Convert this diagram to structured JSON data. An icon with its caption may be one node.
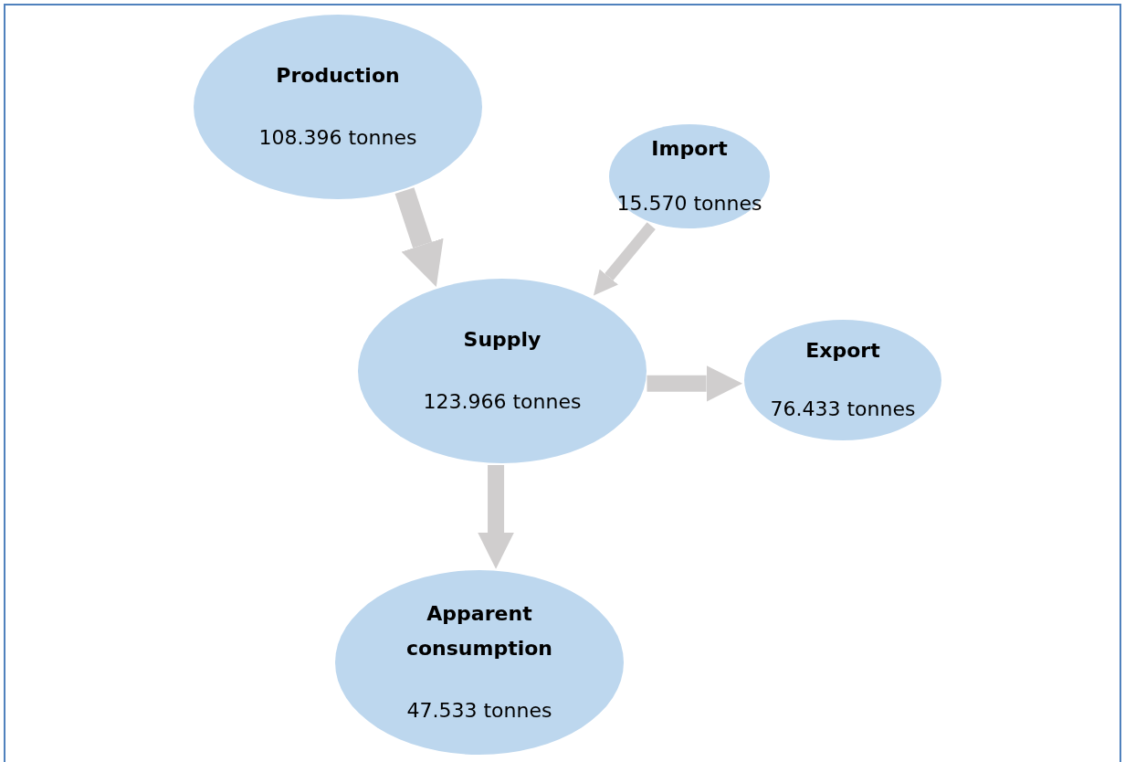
{
  "diagram": {
    "nodes": [
      {
        "text": [
          "Production",
          "108.396 tonnes"
        ]
      },
      {
        "text": [
          "Import",
          "15.570 tonnes"
        ]
      },
      {
        "text": [
          "Supply",
          "123.966 tonnes"
        ]
      },
      {
        "text": [
          "Export",
          "76.433 tonnes"
        ]
      },
      {
        "text": [
          "Apparent consumption",
          "47.533 tonnes"
        ]
      }
    ],
    "edges": [
      {
        "from": 0,
        "to": 2,
        "arrow": "to"
      },
      {
        "from": 1,
        "to": 2,
        "arrow": "to"
      },
      {
        "from": 2,
        "to": 3,
        "arrow": "to"
      },
      {
        "from": 2,
        "to": 4,
        "arrow": "to"
      }
    ]
  }
}
